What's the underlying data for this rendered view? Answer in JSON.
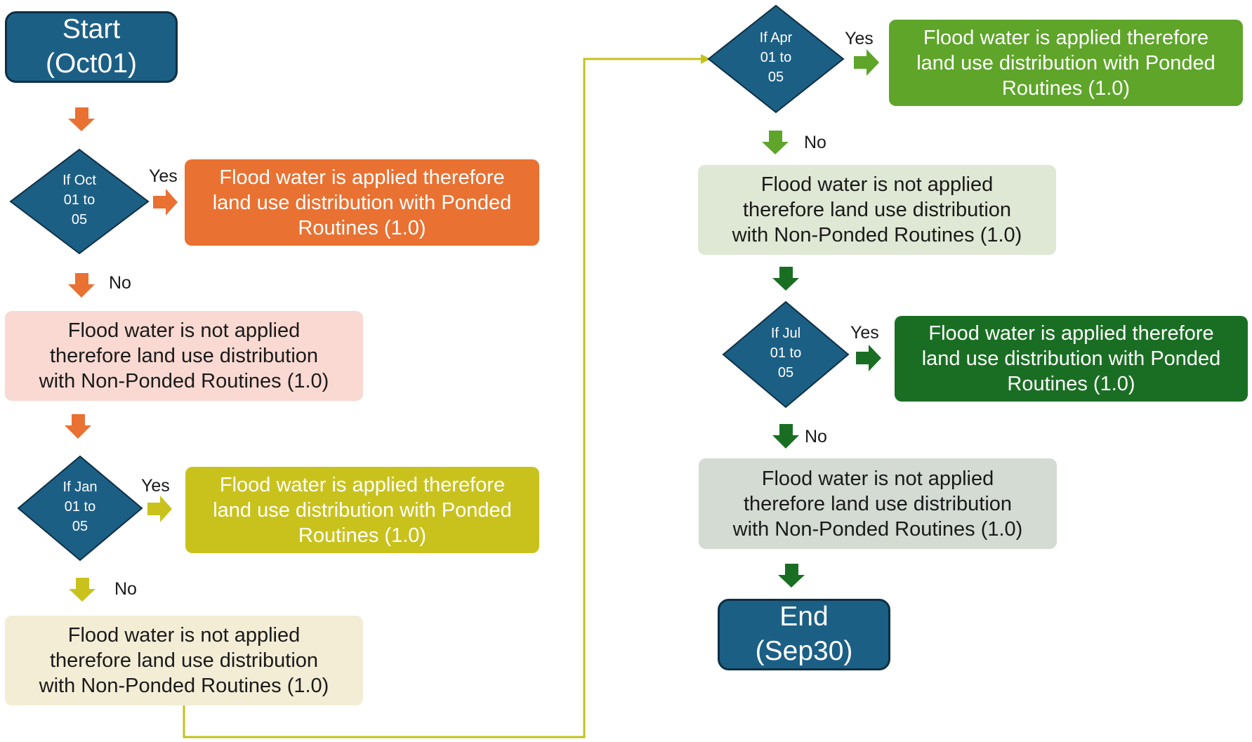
{
  "start": {
    "line1": "Start",
    "line2": "(Oct01)"
  },
  "end": {
    "line1": "End",
    "line2": "(Sep30)"
  },
  "decisions": [
    {
      "id": "oct",
      "condition": "If Oct\n01 to\n05",
      "yes_label": "Yes",
      "no_label": "No",
      "yes_text": "Flood water is applied therefore\nland use distribution with Ponded\nRoutines (1.0)",
      "no_text": "Flood water is not applied\ntherefore land use distribution\nwith Non-Ponded Routines (1.0)"
    },
    {
      "id": "jan",
      "condition": "If Jan\n01 to\n05",
      "yes_label": "Yes",
      "no_label": "No",
      "yes_text": "Flood water is applied therefore\nland use distribution with Ponded\nRoutines (1.0)",
      "no_text": "Flood water is not applied\ntherefore land use distribution\nwith Non-Ponded Routines (1.0)"
    },
    {
      "id": "apr",
      "condition": "If Apr\n01 to\n05",
      "yes_label": "Yes",
      "no_label": "No",
      "yes_text": "Flood water is applied therefore\nland use distribution with Ponded\nRoutines (1.0)",
      "no_text": "Flood water is not applied\ntherefore land use distribution\nwith Non-Ponded Routines (1.0)"
    },
    {
      "id": "jul",
      "condition": "If Jul\n01 to\n05",
      "yes_label": "Yes",
      "no_label": "No",
      "yes_text": "Flood water is applied therefore\nland use distribution with Ponded\nRoutines (1.0)",
      "no_text": "Flood water is not applied\ntherefore land use distribution\nwith Non-Ponded Routines (1.0)"
    }
  ],
  "colors": {
    "terminal": "#1c5f85",
    "diamond": "#1c5f85",
    "oct_accent": "#e97132",
    "oct_light": "#f9d9d2",
    "jan_accent": "#c9c21d",
    "jan_light": "#f3edd6",
    "apr_accent": "#5ea52a",
    "apr_light": "#dfe8d4",
    "jul_accent": "#1a6e23",
    "jul_light": "#d3dbd3",
    "connector": "#c3c21c"
  }
}
